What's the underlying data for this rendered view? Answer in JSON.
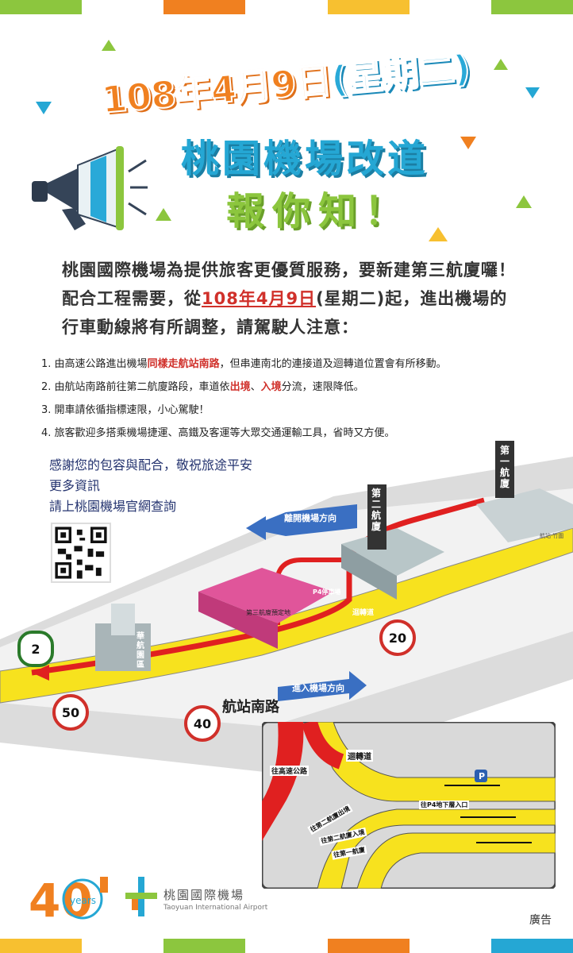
{
  "header": {
    "date_line": "108年4月9日",
    "weekday_line": "(星期二)",
    "headline": "桃園機場改道",
    "subheadline": "報你知！"
  },
  "intro": {
    "line1": "桃園國際機場為提供旅客更優質服務，要新建第三航廈囉！",
    "line2_prefix": "配合工程需要，從",
    "line2_date": "108年4月9日",
    "line2_suffix": "(星期二)起，進出機場的",
    "line3": "行車動線將有所調整，請駕駛人注意："
  },
  "rules": [
    {
      "num": "1.",
      "pre": "由高速公路進出機場",
      "hl": "同樣走航站南路",
      "post": "，但串連南北的連接道及迴轉道位置會有所移動。"
    },
    {
      "num": "2.",
      "pre": "由航站南路前往第二航廈路段，車道依",
      "hl": "出境",
      "mid": "、",
      "hl2": "入境",
      "post": "分流，速限降低。"
    },
    {
      "num": "3.",
      "pre": "開車請依循指標速限，小心駕駛！"
    },
    {
      "num": "4.",
      "pre": "旅客歡迎多搭乘機場捷運、高鐵及客運等大眾交通運輸工具，省時又方便。"
    }
  ],
  "thanks": {
    "line1": "感謝您的包容與配合，敬祝旅途平安",
    "line2": "更多資訊",
    "line3": "請上桃園機場官網查詢"
  },
  "map": {
    "leave_direction": "離開機場方向",
    "enter_direction": "進入機場方向",
    "terminal1": "第一航廈",
    "terminal2": "第二航廈",
    "terminal3_site": "第三航廈預定地",
    "p4": "P4停車場",
    "uturn": "迴轉道",
    "road_name": "航站南路",
    "hotel": "華航園區",
    "speed_20": "20",
    "speed_40": "40",
    "speed_50": "50",
    "route_2": "2",
    "small_sign": "航站‧竹圍"
  },
  "detail": {
    "uturn": "迴轉道",
    "to_highway": "往高速公路",
    "to_t2_departure": "往第二航廈出境",
    "to_t2_arrival": "往第二航廈入境",
    "to_t1": "往第一航廈",
    "to_p4": "往P4地下層入口",
    "parking": "P"
  },
  "footer": {
    "anniv_number": "40",
    "anniv_word": "years",
    "airport_zh": "桃園國際機場",
    "airport_en": "Taoyuan International Airport",
    "ad_label": "廣告"
  },
  "colors": {
    "orange": "#f08020",
    "blue": "#25a7d4",
    "green": "#8cc63e",
    "red": "#d0302a",
    "yellow": "#f7e21e",
    "navy": "#253470"
  }
}
